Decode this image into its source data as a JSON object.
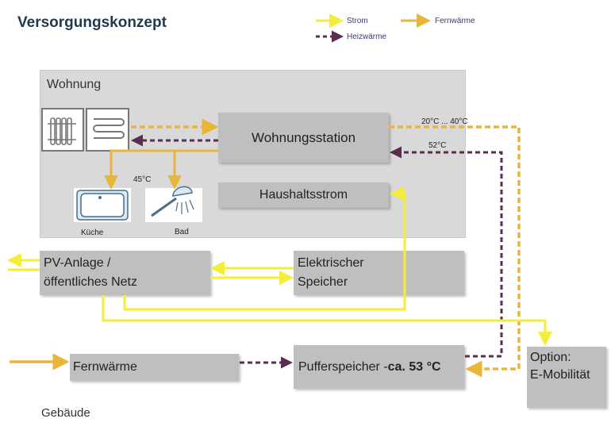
{
  "title": "Versorgungskonzept",
  "legend": {
    "strom": "Strom",
    "fernwaerme": "Fernwärme",
    "heizwaerme": "Heizwärme"
  },
  "colors": {
    "strom": "#f4ee3a",
    "fernwaerme": "#e9b63a",
    "heizwaerme": "#5a2d52",
    "box": "#bfbfbf",
    "zone": "#d9d9d9"
  },
  "zones": {
    "wohnung": "Wohnung",
    "gebaeude": "Gebäude"
  },
  "boxes": {
    "wohnungsstation": "Wohnungsstation",
    "haushaltsstrom": "Haushaltsstrom",
    "pv_line1": "PV-Anlage /",
    "pv_line2": "öffentliches Netz",
    "speicher_line1": "Elektrischer",
    "speicher_line2": "Speicher",
    "fernwaerme": "Fernwärme",
    "puffer_prefix": "Pufferspeicher - ",
    "puffer_temp": "ca. 53 °C",
    "option_line1": "Option:",
    "option_line2": "E-Mobilität"
  },
  "icons": {
    "heizkoerper": "radiator-icon",
    "fussbodenheizung": "floor-heating-icon",
    "kueche": "sink-icon",
    "bad": "shower-icon"
  },
  "labels": {
    "kueche": "Küche",
    "bad": "Bad",
    "temp_45": "45°C",
    "temp_range": "20°C ... 40°C",
    "temp_52": "52°C"
  }
}
